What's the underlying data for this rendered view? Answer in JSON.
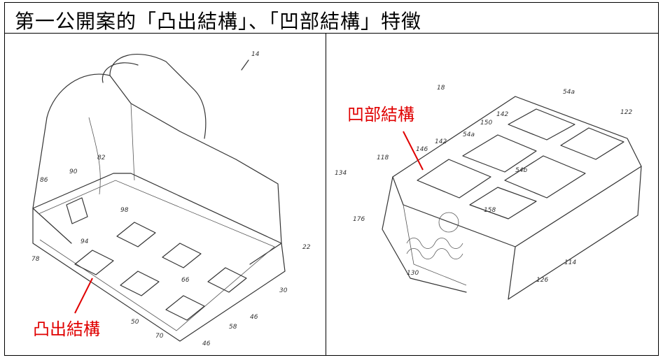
{
  "title": "第一公開案的「凸出結構」、「凹部結構」特徵",
  "left_figure": {
    "label": "凸出結構",
    "refs": [
      "14",
      "82",
      "86",
      "90",
      "98",
      "94",
      "78",
      "22",
      "66",
      "30",
      "50",
      "58",
      "46",
      "70",
      "46"
    ],
    "accent_color": "#e00000"
  },
  "right_figure": {
    "label": "凹部結構",
    "refs": [
      "18",
      "54a",
      "142",
      "122",
      "150",
      "54a",
      "142",
      "146",
      "118",
      "134",
      "54b",
      "176",
      "158",
      "130",
      "126",
      "114"
    ],
    "accent_color": "#e00000"
  }
}
